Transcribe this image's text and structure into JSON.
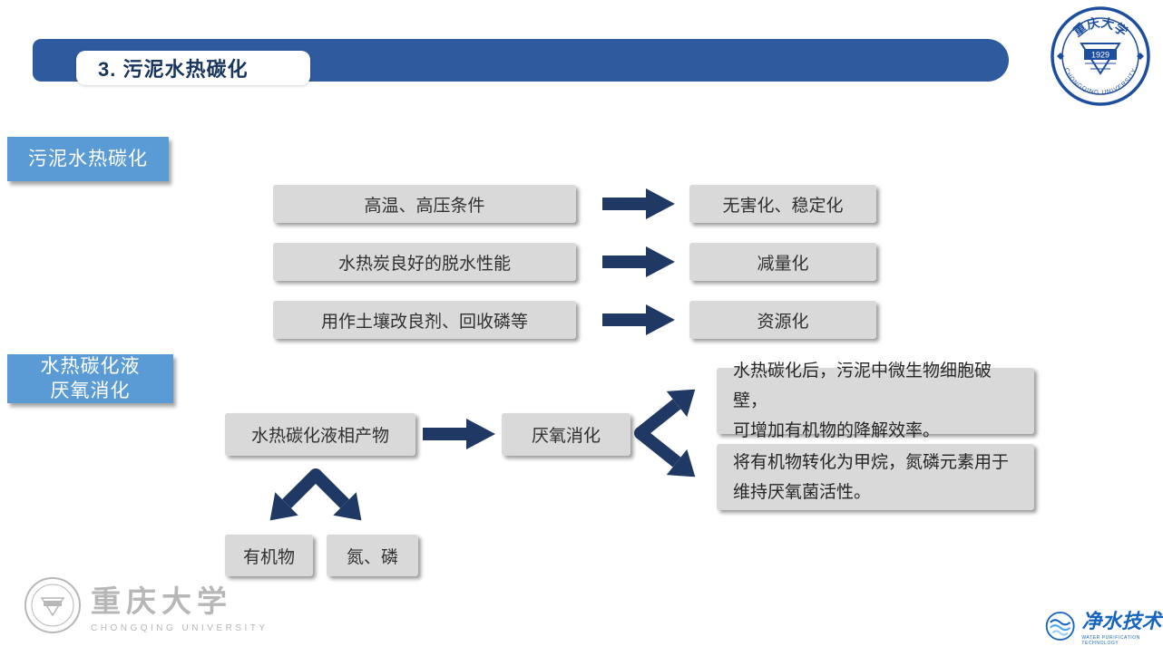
{
  "header": {
    "title": "3. 污泥水热碳化"
  },
  "seal": {
    "cn": "重庆大学",
    "en": "CHONGQING UNIVERSITY",
    "year": "1929"
  },
  "sections": {
    "label1": "污泥水热碳化",
    "label2": {
      "line1": "水热碳化液",
      "line2": "厌氧消化"
    }
  },
  "benefits": {
    "rows": [
      {
        "left": "高温、高压条件",
        "right": "无害化、稳定化"
      },
      {
        "left": "水热炭良好的脱水性能",
        "right": "减量化"
      },
      {
        "left": "用作土壤改良剂、回收磷等",
        "right": "资源化"
      }
    ]
  },
  "flow": {
    "source": "水热碳化液相产物",
    "process": "厌氧消化",
    "notes": [
      [
        "水热碳化后，污泥中微生物细胞破壁，",
        "可增加有机物的降解效率。"
      ],
      [
        "将有机物转化为甲烷，氮磷元素用于",
        "维持厌氧菌活性。"
      ]
    ],
    "products": [
      "有机物",
      "氮、磷"
    ]
  },
  "footer": {
    "university_cn": "重庆大学",
    "university_en": "CHONGQING UNIVERSITY",
    "journal": "净水技术",
    "journal_sub": "WATER PURIFICATION TECHNOLOGY"
  },
  "colors": {
    "navy_arrow": "#1f3864",
    "banner_blue": "#2e5b9e",
    "label_blue": "#5b9bd5",
    "box_gray": "#d9d9d9",
    "seal_blue": "#1d4e9e"
  }
}
